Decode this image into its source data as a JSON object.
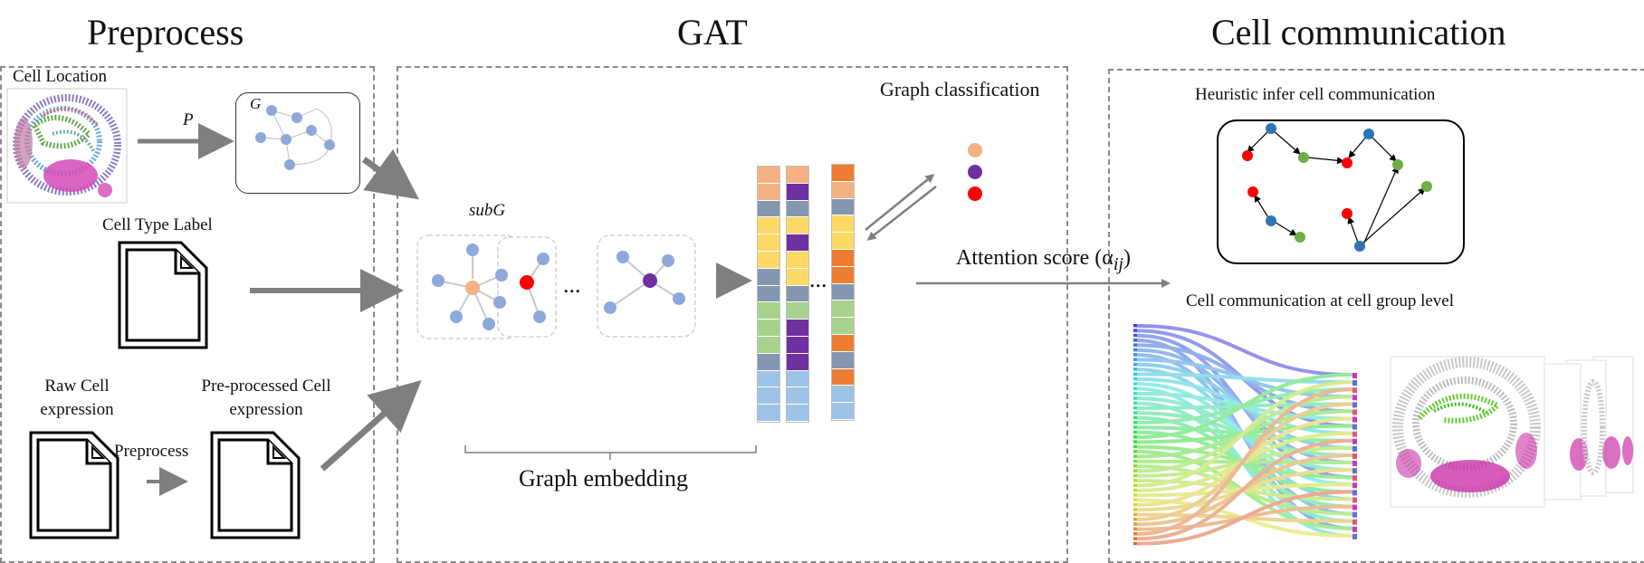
{
  "sections": {
    "preprocess_title": "Preprocess",
    "gat_title": "GAT",
    "cc_title": "Cell communication"
  },
  "preprocess": {
    "cell_location": "Cell Location",
    "p_symbol": "P",
    "g_symbol": "G",
    "cell_type_label": "Cell Type Label",
    "raw_line1": "Raw Cell",
    "raw_line2": "expression",
    "pre_line1": "Pre-processed Cell",
    "pre_line2": "expression",
    "preprocess_arrow_label": "Preprocess"
  },
  "gat": {
    "graph_classification": "Graph classification",
    "subg": "subG",
    "ellipsis1": "...",
    "ellipsis2": "...",
    "graph_embedding": "Graph embedding"
  },
  "cc": {
    "attention_score": "Attention score (α",
    "attention_sub": "ij",
    "attention_close": ")",
    "heuristic": "Heuristic infer cell communication",
    "group_level": "Cell communication at cell group level"
  },
  "colors": {
    "node_blue": "#8fa8dc",
    "node_orange": "#f4b183",
    "node_red": "#ff0000",
    "node_purple": "#7030a0",
    "node_green": "#70ad47",
    "node_darkblue": "#2e75b6",
    "arrow_gray": "#7f7f7f"
  },
  "embedding_columns": [
    [
      "#f4b183",
      "#f4b183",
      "#8497b0",
      "#ffd966",
      "#ffd966",
      "#ffd966",
      "#8497b0",
      "#8497b0",
      "#a9d18e",
      "#a9d18e",
      "#a9d18e",
      "#8497b0",
      "#9dc3e6",
      "#9dc3e6",
      "#9dc3e6"
    ],
    [
      "#f4b183",
      "#7030a0",
      "#8497b0",
      "#ffd966",
      "#7030a0",
      "#ffd966",
      "#ffd966",
      "#8497b0",
      "#a9d18e",
      "#7030a0",
      "#7030a0",
      "#7030a0",
      "#9dc3e6",
      "#9dc3e6",
      "#9dc3e6"
    ],
    [
      "#ed7d31",
      "#f4b183",
      "#8497b0",
      "#ffd966",
      "#ffd966",
      "#ed7d31",
      "#ed7d31",
      "#8497b0",
      "#a9d18e",
      "#a9d18e",
      "#ed7d31",
      "#8497b0",
      "#ed7d31",
      "#9dc3e6",
      "#9dc3e6"
    ]
  ]
}
